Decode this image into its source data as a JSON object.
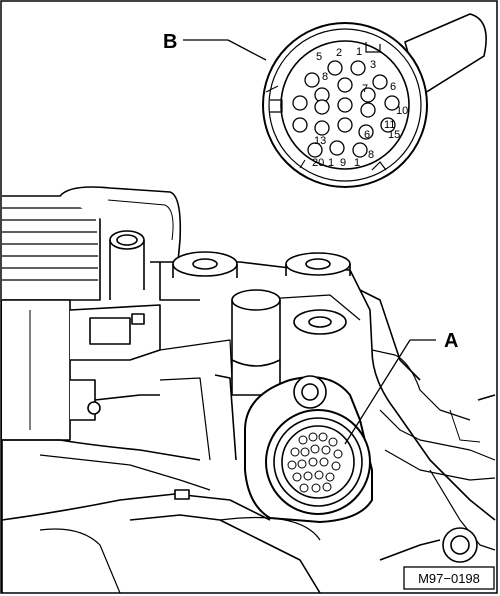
{
  "callouts": {
    "a": "A",
    "b": "B"
  },
  "connector_pins": {
    "p5": "5",
    "p2": "2",
    "p1_top": "1",
    "p8_upper": "8",
    "p3": "3",
    "p7": "7",
    "p6_right": "6",
    "p10": "10",
    "p11": "11",
    "p13": "13",
    "p6_mid": "6",
    "p15": "15",
    "p20": "20",
    "p1_bl": "1",
    "p9": "9",
    "p1_bm": "1",
    "p8_lower": "8"
  },
  "reference_code": "M97−0198"
}
